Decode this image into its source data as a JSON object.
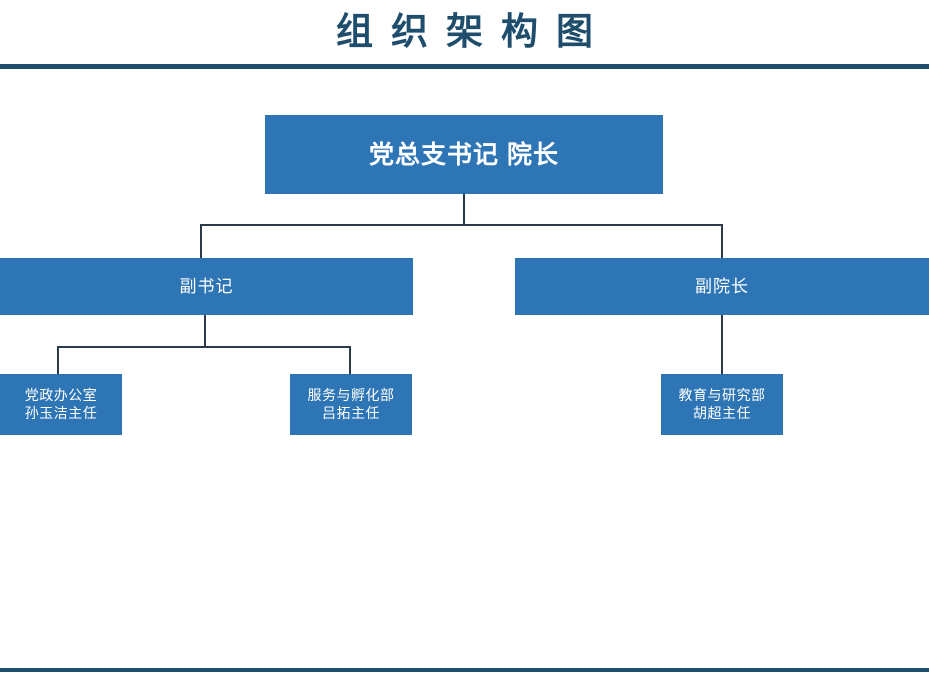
{
  "header": {
    "title": "组织架构图",
    "rule_color": "#1f4e6d"
  },
  "theme": {
    "node_fill": "#2e75b6",
    "node_text": "#ffffff",
    "connector_color": "#2b3a4a",
    "background": "#ffffff"
  },
  "chart_data": {
    "type": "diagram",
    "diagram_type": "org-chart",
    "title": "组织架构图",
    "orientation": "top-down",
    "levels": 3,
    "nodes": [
      {
        "id": "root",
        "label": "党总支书记    院长",
        "level": 1,
        "parent": null
      },
      {
        "id": "deputy-secretary",
        "label": "副书记",
        "level": 2,
        "parent": "root"
      },
      {
        "id": "vice-president",
        "label": "副院长",
        "level": 2,
        "parent": "root"
      },
      {
        "id": "office",
        "label": "党政办公室",
        "sublabel": "孙玉洁主任",
        "level": 3,
        "parent": "deputy-secretary"
      },
      {
        "id": "service",
        "label": "服务与孵化部",
        "sublabel": "吕拓主任",
        "level": 3,
        "parent": "deputy-secretary"
      },
      {
        "id": "education",
        "label": "教育与研究部",
        "sublabel": "胡超主任",
        "level": 3,
        "parent": "vice-president"
      }
    ],
    "edges": [
      {
        "from": "root",
        "to": "deputy-secretary"
      },
      {
        "from": "root",
        "to": "vice-president"
      },
      {
        "from": "deputy-secretary",
        "to": "office"
      },
      {
        "from": "deputy-secretary",
        "to": "service"
      },
      {
        "from": "vice-president",
        "to": "education"
      }
    ]
  }
}
